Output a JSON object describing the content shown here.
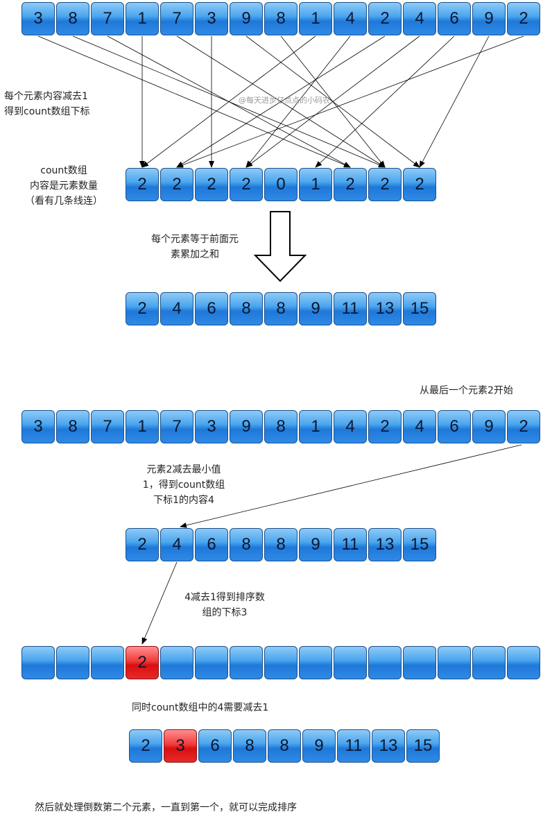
{
  "rows": {
    "source_top": [
      "3",
      "8",
      "7",
      "1",
      "7",
      "3",
      "9",
      "8",
      "1",
      "4",
      "2",
      "4",
      "6",
      "9",
      "2"
    ],
    "count_array": [
      "2",
      "2",
      "2",
      "2",
      "0",
      "1",
      "2",
      "2",
      "2"
    ],
    "prefix_sum": [
      "2",
      "4",
      "6",
      "8",
      "8",
      "9",
      "11",
      "13",
      "15"
    ],
    "source_bottom": [
      "3",
      "8",
      "7",
      "1",
      "7",
      "3",
      "9",
      "8",
      "1",
      "4",
      "2",
      "4",
      "6",
      "9",
      "2"
    ],
    "prefix_sum_again": [
      "2",
      "4",
      "6",
      "8",
      "8",
      "9",
      "11",
      "13",
      "15"
    ],
    "sorted_output": [
      "",
      "",
      "",
      "2",
      "",
      "",
      "",
      "",
      "",
      "",
      "",
      "",
      "",
      "",
      ""
    ],
    "count_updated": [
      "2",
      "3",
      "6",
      "8",
      "8",
      "9",
      "11",
      "13",
      "15"
    ]
  },
  "labels": {
    "subtract_note": "每个元素内容减去1\n得到count数组下标",
    "count_note": "count数组\n内容是元素数量\n（看有几条线连）",
    "accumulate_note": "每个元素等于前面元\n素累加之和",
    "watermark": "@每天进步亿点点的小码农",
    "start_note": "从最后一个元素2开始",
    "step1_note": "元素2减去最小值\n1，得到count数组\n下标1的内容4",
    "step2_note": "4减去1得到排序数\n组的下标3",
    "decrement_note": "同时count数组中的4需要减去1",
    "final_note": "然后就处理倒数第二个元素，一直到第一个，就可以完成排序"
  },
  "colors": {
    "cell_blue": "#2f8ae6",
    "cell_red": "#e82a2a",
    "arrow": "#000000"
  }
}
